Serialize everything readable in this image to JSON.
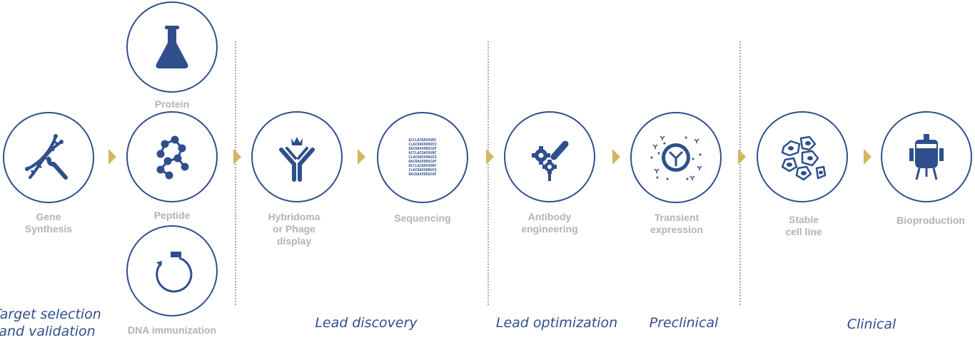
{
  "colors": {
    "primary": "#2e4f8c",
    "label": "#b3b3b3",
    "arrow": "#d4b563",
    "divider": "#a8a8a8"
  },
  "nodes": {
    "gene_synthesis": {
      "label": "Gene\nSynthesis",
      "icon": "dna-wrench-icon"
    },
    "protein": {
      "label": "Protein",
      "icon": "flask-icon"
    },
    "peptide": {
      "label": "Peptide",
      "icon": "peptide-chain-icon"
    },
    "dna_immunization": {
      "label": "DNA immunization",
      "icon": "circular-plasmid-icon"
    },
    "hybridoma": {
      "label": "Hybridoma\nor Phage\ndisplay",
      "icon": "antibody-crown-icon"
    },
    "sequencing": {
      "label": "Sequencing",
      "icon": "sequence-text-icon"
    },
    "antibody_engineering": {
      "label": "Antibody\nengineering",
      "icon": "gears-antibody-icon"
    },
    "transient_expression": {
      "label": "Transient\nexpression",
      "icon": "antibody-burst-icon"
    },
    "stable_cell_line": {
      "label": "Stable\ncell line",
      "icon": "cells-icon"
    },
    "bioproduction": {
      "label": "Bioproduction",
      "icon": "bioreactor-icon"
    }
  },
  "sequence_lines": [
    "ACCLACDAXXUHC",
    "CLACDAXXODUCU",
    "OACDAXXODUCUF",
    "ACCLACDAXXUHC",
    "CLACDAXXODUCU",
    "OACDAXXODUCUF",
    "ACCLACDAXXUHC",
    "CLACDAXXODUCU",
    "OACDAXXODUCUF"
  ],
  "stages": {
    "target": "Target selection\nand validation",
    "lead_discovery": "Lead discovery",
    "lead_optimization": "Lead optimization",
    "preclinical": "Preclinical",
    "clinical": "Clinical"
  }
}
